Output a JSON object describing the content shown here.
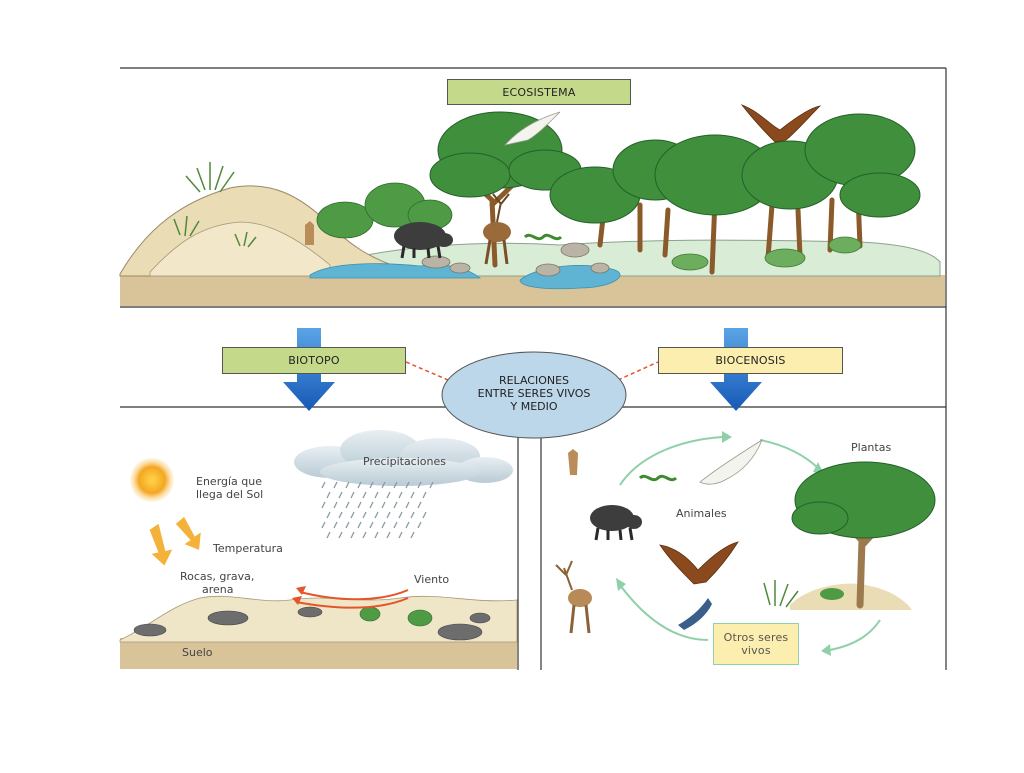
{
  "labels": {
    "ecosistema": "ECOSISTEMA",
    "biotopo": "BIOTOPO",
    "biocenosis": "BIOCENOSIS",
    "relaciones_1": "RELACIONES",
    "relaciones_2": "ENTRE SERES VIVOS",
    "relaciones_3": "Y MEDIO",
    "precipitaciones": "Precipitaciones",
    "energia_1": "Energía que",
    "energia_2": "llega del Sol",
    "temperatura": "Temperatura",
    "rocas_1": "Rocas, grava,",
    "rocas_2": "arena",
    "viento": "Viento",
    "suelo": "Suelo",
    "animales": "Animales",
    "plantas": "Plantas",
    "otros_1": "Otros seres",
    "otros_2": "vivos"
  },
  "colors": {
    "label_green": "#c4d98a",
    "label_yellow": "#fbeeae",
    "oval_fill": "#bcd7ea",
    "arrow_blue": "#1f6fc6",
    "ground": "#d9c49a",
    "water": "#5fb4d3",
    "tree_green": "#3f8f3c",
    "cycle_arrow": "#8fd0a8",
    "wind_arrow": "#e3552a",
    "sun": "#f5a623"
  },
  "icons": [
    "sun-icon",
    "cloud-icon",
    "rain-icon",
    "boar-icon",
    "deer-icon",
    "eagle-icon",
    "bird-icon",
    "snake-icon",
    "tree-icon"
  ]
}
